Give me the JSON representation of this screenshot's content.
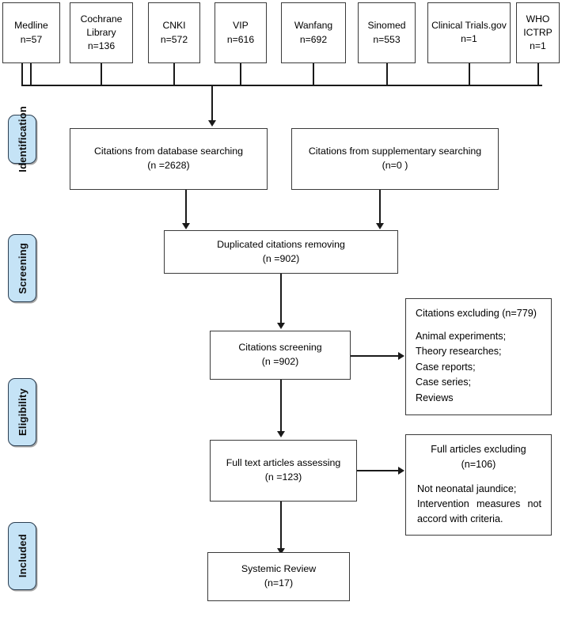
{
  "diagram": {
    "type": "prisma-flow-diagram",
    "title": "PRISMA study selection flow diagram"
  },
  "stages": [
    {
      "label": "Identification"
    },
    {
      "label": "Screening"
    },
    {
      "label": "Eligibility"
    },
    {
      "label": "Included"
    }
  ],
  "sources": [
    {
      "name": "Medline",
      "count": "n=57"
    },
    {
      "name": "Cochrane Library",
      "count": "n=136"
    },
    {
      "name": "CNKI",
      "count": "n=572"
    },
    {
      "name": "VIP",
      "count": "n=616"
    },
    {
      "name": "Wanfang",
      "count": "n=692"
    },
    {
      "name": "Sinomed",
      "count": "n=553"
    },
    {
      "name": "Clinical Trials.gov",
      "count": "n=1"
    },
    {
      "name": "WHO ICTRP",
      "count": "n=1"
    }
  ],
  "nodes": {
    "database_searching": {
      "line1": "Citations from database searching",
      "line2": "(n =2628)"
    },
    "supplementary_searching": {
      "line1": "Citations from supplementary searching",
      "line2": "(n=0 )"
    },
    "duplicates_removed": {
      "line1": "Duplicated citations removing",
      "line2": "(n =902)"
    },
    "citations_screening": {
      "line1": "Citations screening",
      "line2": "(n =902)"
    },
    "citations_excluded": {
      "head": "Citations excluding (n=779)",
      "items": [
        "Animal experiments;",
        "Theory researches;",
        "Case reports;",
        "Case series;",
        "Reviews"
      ]
    },
    "full_text_assessing": {
      "line1": "Full text articles assessing",
      "line2": "(n =123)"
    },
    "full_text_excluded": {
      "line1": "Full articles excluding",
      "line2": "(n=106)",
      "items": [
        "Not neonatal jaundice;",
        "Intervention measures not accord with criteria."
      ]
    },
    "systemic_review": {
      "line1": "Systemic Review",
      "line2": "(n=17)"
    }
  },
  "colors": {
    "stage_fill": "#c5e3f6",
    "stage_border": "#2c3f52",
    "box_border": "#3a3a3a",
    "connector": "#1a1a1a",
    "background": "#ffffff"
  }
}
